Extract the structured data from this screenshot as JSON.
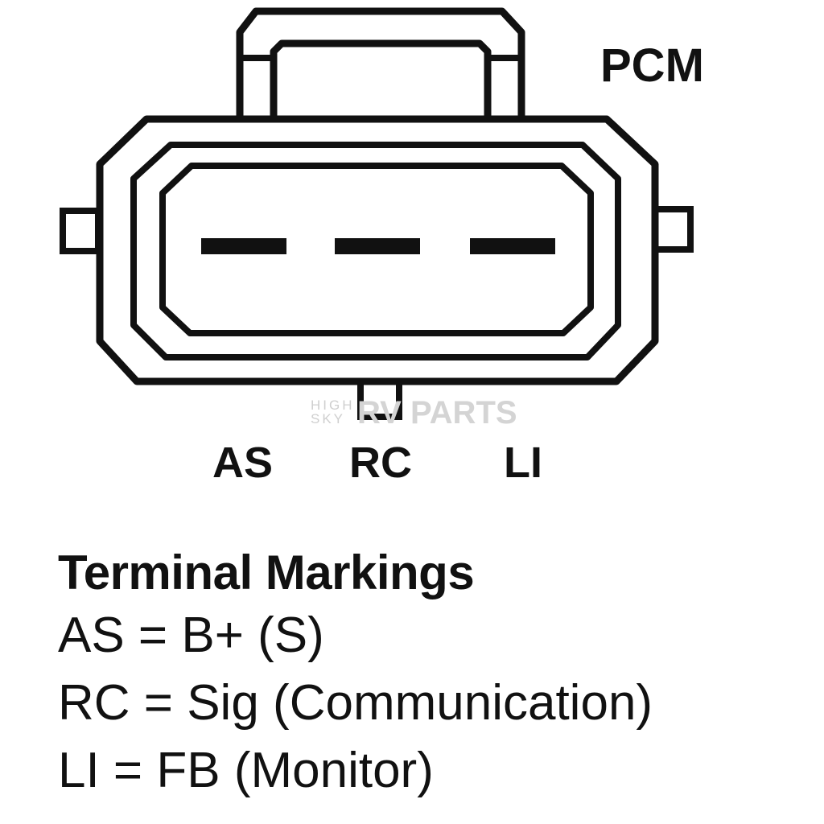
{
  "diagram": {
    "pcm_label": "PCM",
    "terminals": [
      {
        "id": "as",
        "label": "AS"
      },
      {
        "id": "rc",
        "label": "RC"
      },
      {
        "id": "li",
        "label": "LI"
      }
    ],
    "watermark": {
      "line1": "HIGH",
      "line2": "SKY",
      "brand": "RV PARTS"
    }
  },
  "legend": {
    "title": "Terminal Markings",
    "lines": [
      "AS = B+ (S)",
      "RC = Sig (Communication)",
      "LI = FB (Monitor)"
    ]
  }
}
